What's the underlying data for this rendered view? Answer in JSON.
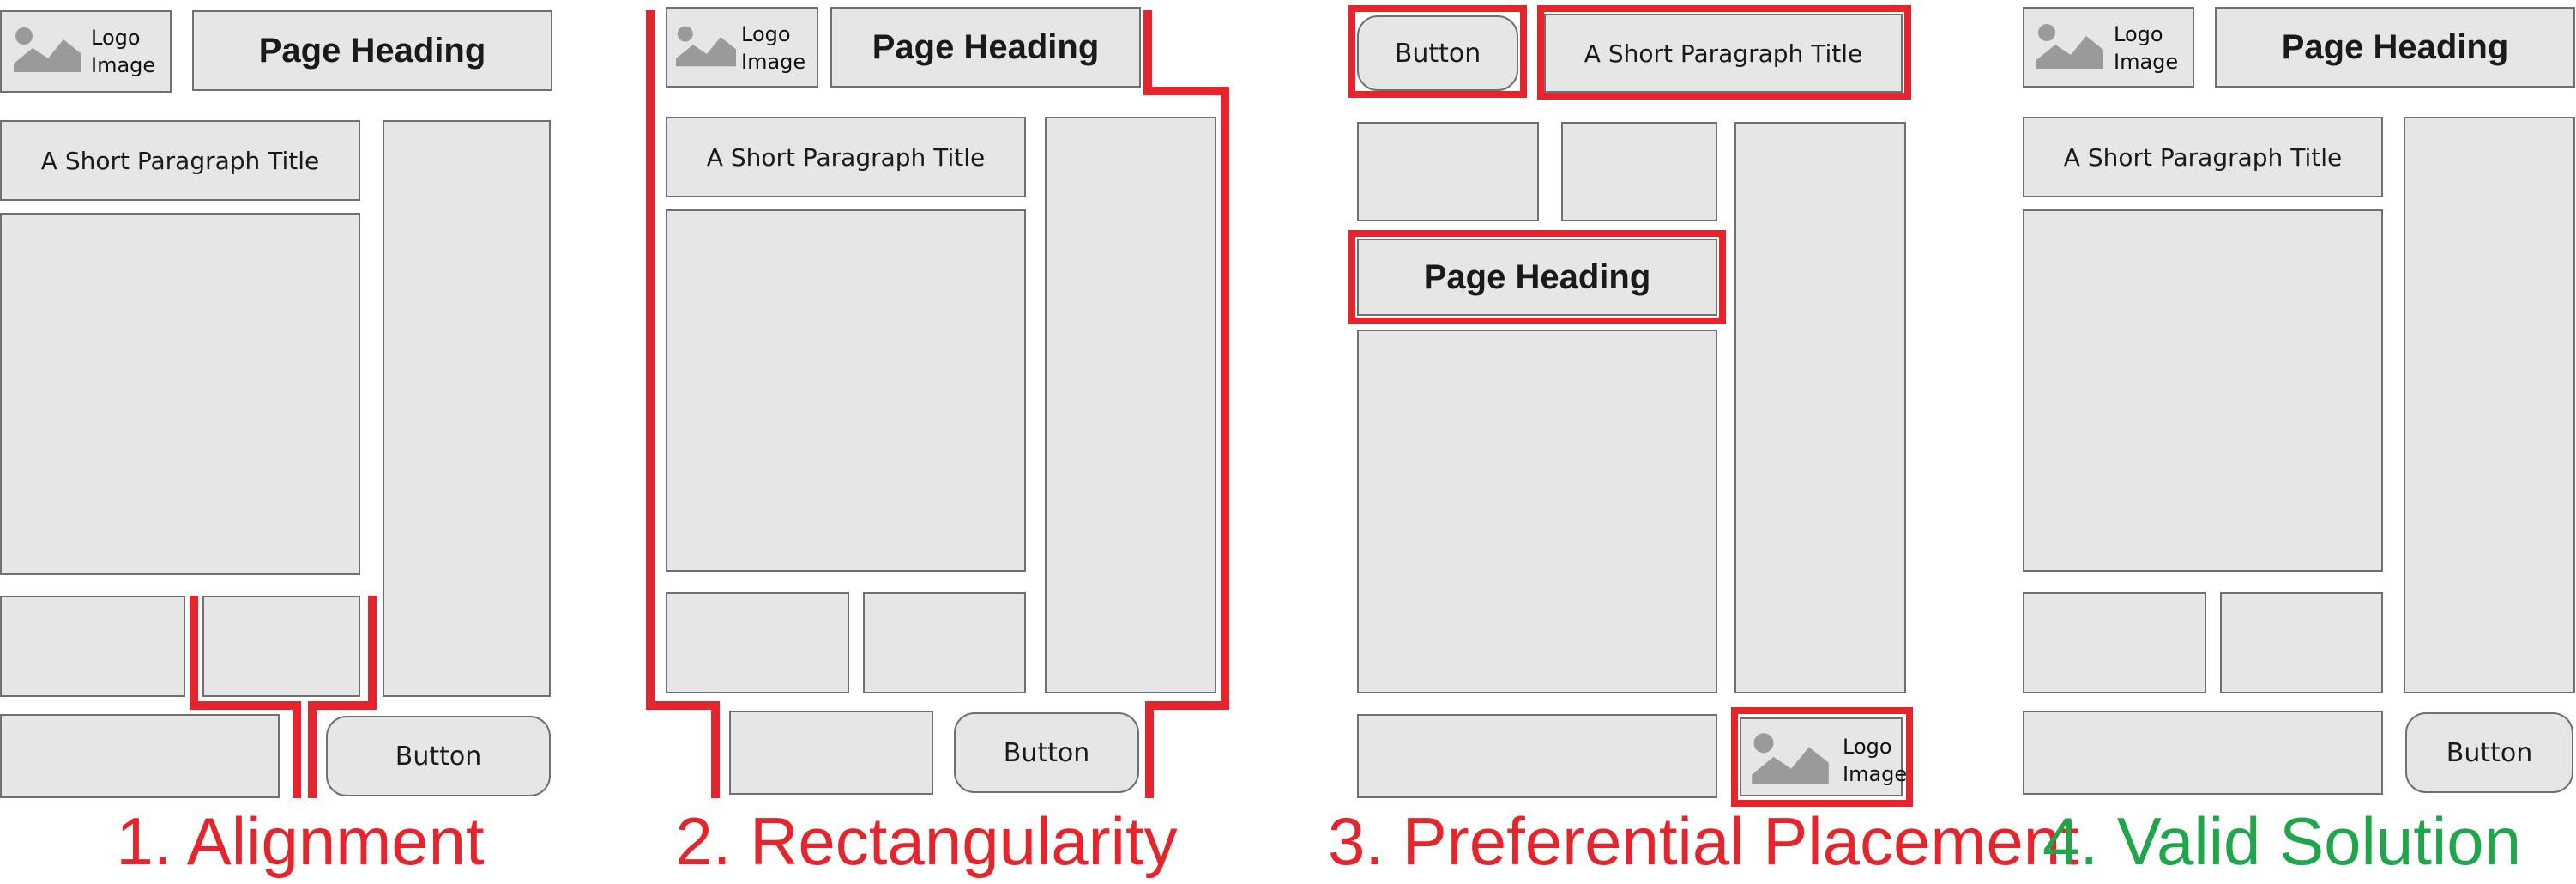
{
  "labels": {
    "logo_line1": "Logo",
    "logo_line2": "Image",
    "page_heading": "Page Heading",
    "paragraph_title": "A Short Paragraph Title",
    "button": "Button"
  },
  "panels": [
    {
      "caption": "1. Alignment",
      "caption_color": "#e5242b"
    },
    {
      "caption": "2. Rectangularity",
      "caption_color": "#e5242b"
    },
    {
      "caption": "3. Preferential Placement",
      "caption_color": "#e5242b"
    },
    {
      "caption": "4. Valid Solution",
      "caption_color": "#1fa64a"
    }
  ],
  "colors": {
    "box_fill": "#e6e6e6",
    "box_border": "#707070",
    "highlight": "#e5242b",
    "valid": "#1fa64a"
  }
}
